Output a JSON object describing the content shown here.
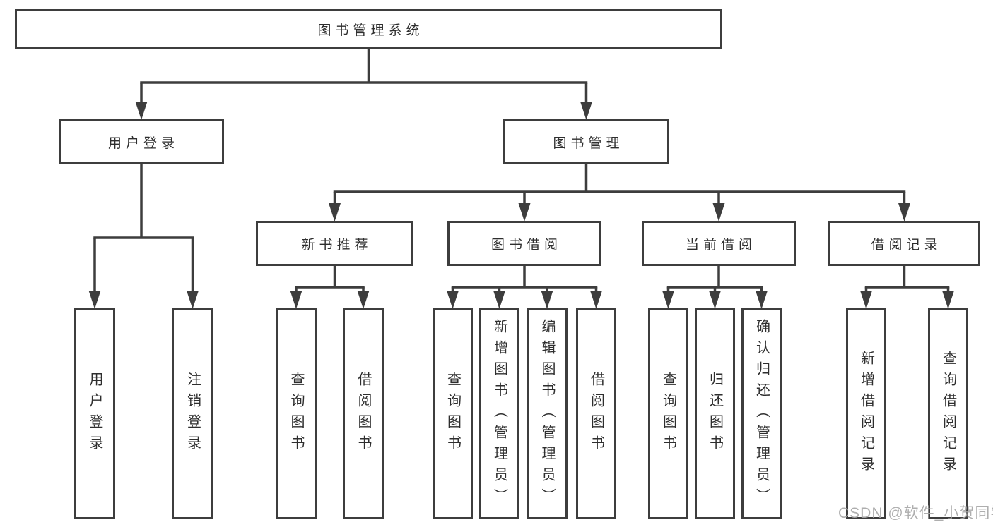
{
  "colors": {
    "line": "#3d3d3d",
    "box_border": "#3d3d3d",
    "text": "#2e2e2e",
    "background": "#ffffff",
    "watermark": "#a7a7a7"
  },
  "watermark": "CSDN @软件_小贺同学",
  "nodes": [
    {
      "id": "root",
      "label": "图书管理系统",
      "level": 1,
      "parent": null
    },
    {
      "id": "login",
      "label": "用户登录",
      "level": 2,
      "parent": "root"
    },
    {
      "id": "mgmt",
      "label": "图书管理",
      "level": 2,
      "parent": "root"
    },
    {
      "id": "newbook",
      "label": "新书推荐",
      "level": 3,
      "parent": "mgmt"
    },
    {
      "id": "borrow",
      "label": "图书借阅",
      "level": 3,
      "parent": "mgmt"
    },
    {
      "id": "current",
      "label": "当前借阅",
      "level": 3,
      "parent": "mgmt"
    },
    {
      "id": "record",
      "label": "借阅记录",
      "level": 3,
      "parent": "mgmt"
    },
    {
      "id": "u1",
      "label": "用户登录",
      "level": 4,
      "parent": "login"
    },
    {
      "id": "u2",
      "label": "注销登录",
      "level": 4,
      "parent": "login"
    },
    {
      "id": "nb1",
      "label": "查询图书",
      "level": 4,
      "parent": "newbook"
    },
    {
      "id": "nb2",
      "label": "借阅图书",
      "level": 4,
      "parent": "newbook"
    },
    {
      "id": "bb1",
      "label": "查询图书",
      "level": 4,
      "parent": "borrow"
    },
    {
      "id": "bb2",
      "label": "新增图书（管理员）",
      "level": 4,
      "parent": "borrow"
    },
    {
      "id": "bb3",
      "label": "编辑图书（管理员）",
      "level": 4,
      "parent": "borrow"
    },
    {
      "id": "bb4",
      "label": "借阅图书",
      "level": 4,
      "parent": "borrow"
    },
    {
      "id": "cb1",
      "label": "查询图书",
      "level": 4,
      "parent": "current"
    },
    {
      "id": "cb2",
      "label": "归还图书",
      "level": 4,
      "parent": "current"
    },
    {
      "id": "cb3",
      "label": "确认归还（管理员）",
      "level": 4,
      "parent": "current"
    },
    {
      "id": "br1",
      "label": "新增借阅记录",
      "level": 4,
      "parent": "record"
    },
    {
      "id": "br2",
      "label": "查询借阅记录",
      "level": 4,
      "parent": "record"
    }
  ]
}
